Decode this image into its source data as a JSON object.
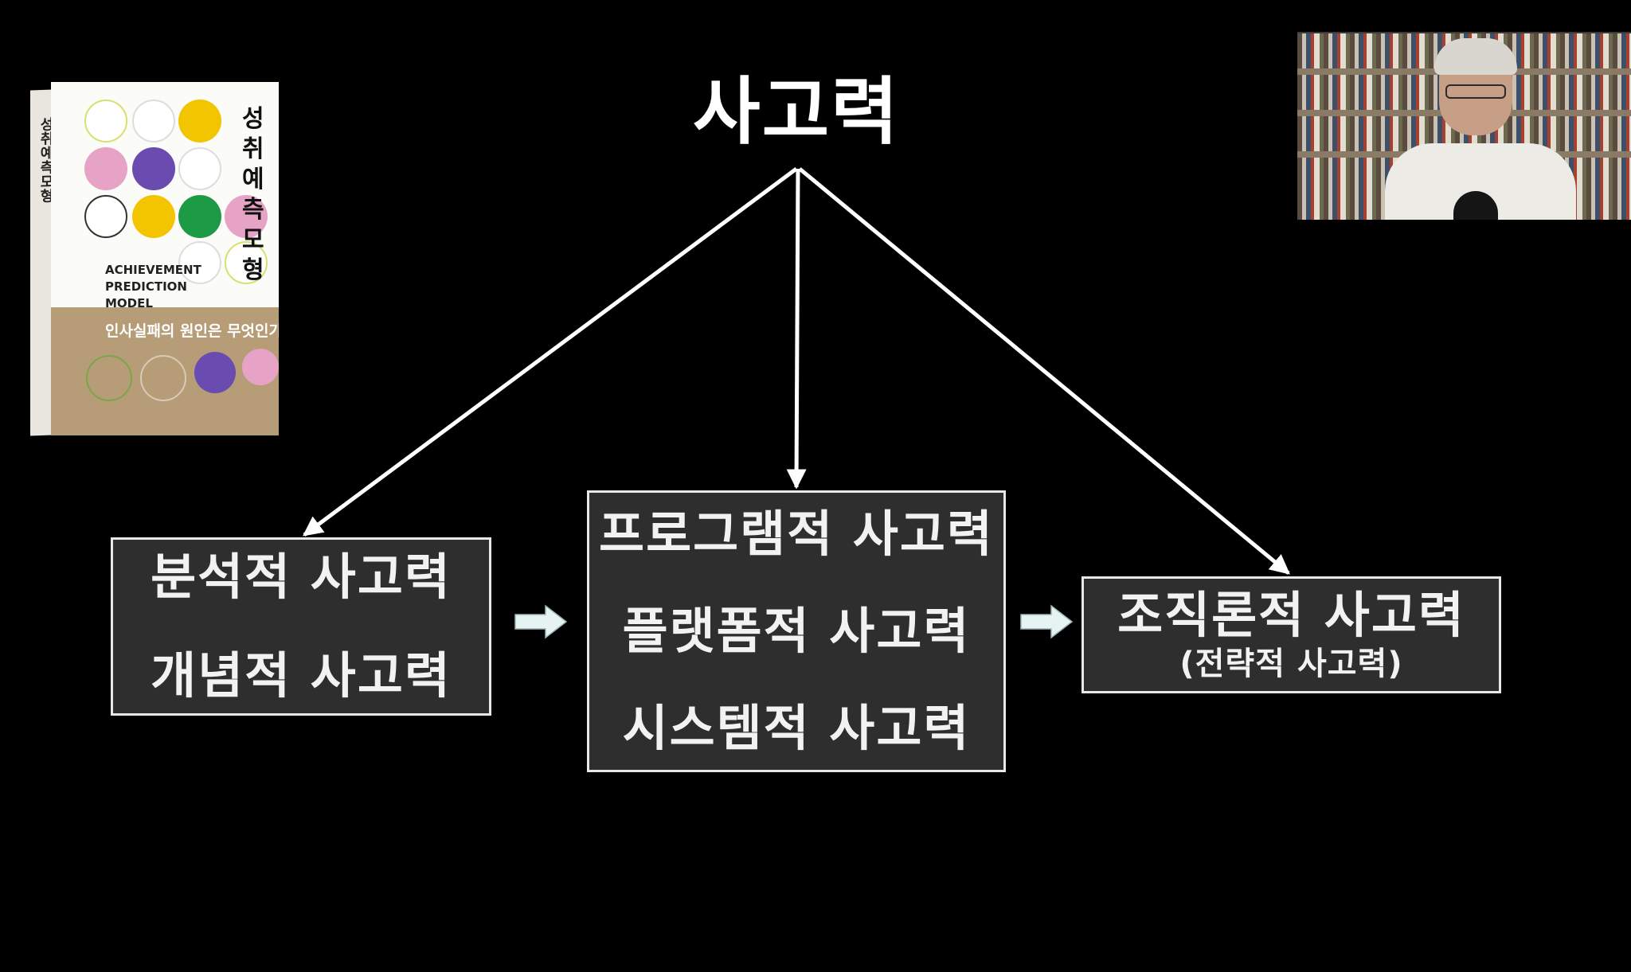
{
  "diagram": {
    "root": "사고력",
    "left_box": {
      "lines": [
        "분석적 사고력",
        "개념적 사고력"
      ]
    },
    "middle_box": {
      "lines": [
        "프로그램적 사고력",
        "플랫폼적 사고력",
        "시스템적 사고력"
      ]
    },
    "right_box": {
      "title": "조직론적 사고력",
      "subtitle": "(전략적 사고력)"
    }
  },
  "book": {
    "title_lines": [
      "성취",
      "예측",
      "모형"
    ],
    "spine_title": "성취예측모형",
    "english_lines": [
      "ACHIEVEMENT",
      "PREDICTION",
      "MODEL"
    ],
    "tagline": "인사실패의 원인은 무엇인가?"
  },
  "colors": {
    "background": "#000000",
    "box_fill": "#2e2e2e",
    "box_border": "#e8e8e8",
    "connector": "#ffffff",
    "flow_arrow": "#e6f3f3",
    "dot_yellow": "#f2c500",
    "dot_purple": "#6a4bb0",
    "dot_green": "#1d9a45",
    "dot_pink": "#e6a3c6",
    "book_tan": "#b69c77"
  }
}
